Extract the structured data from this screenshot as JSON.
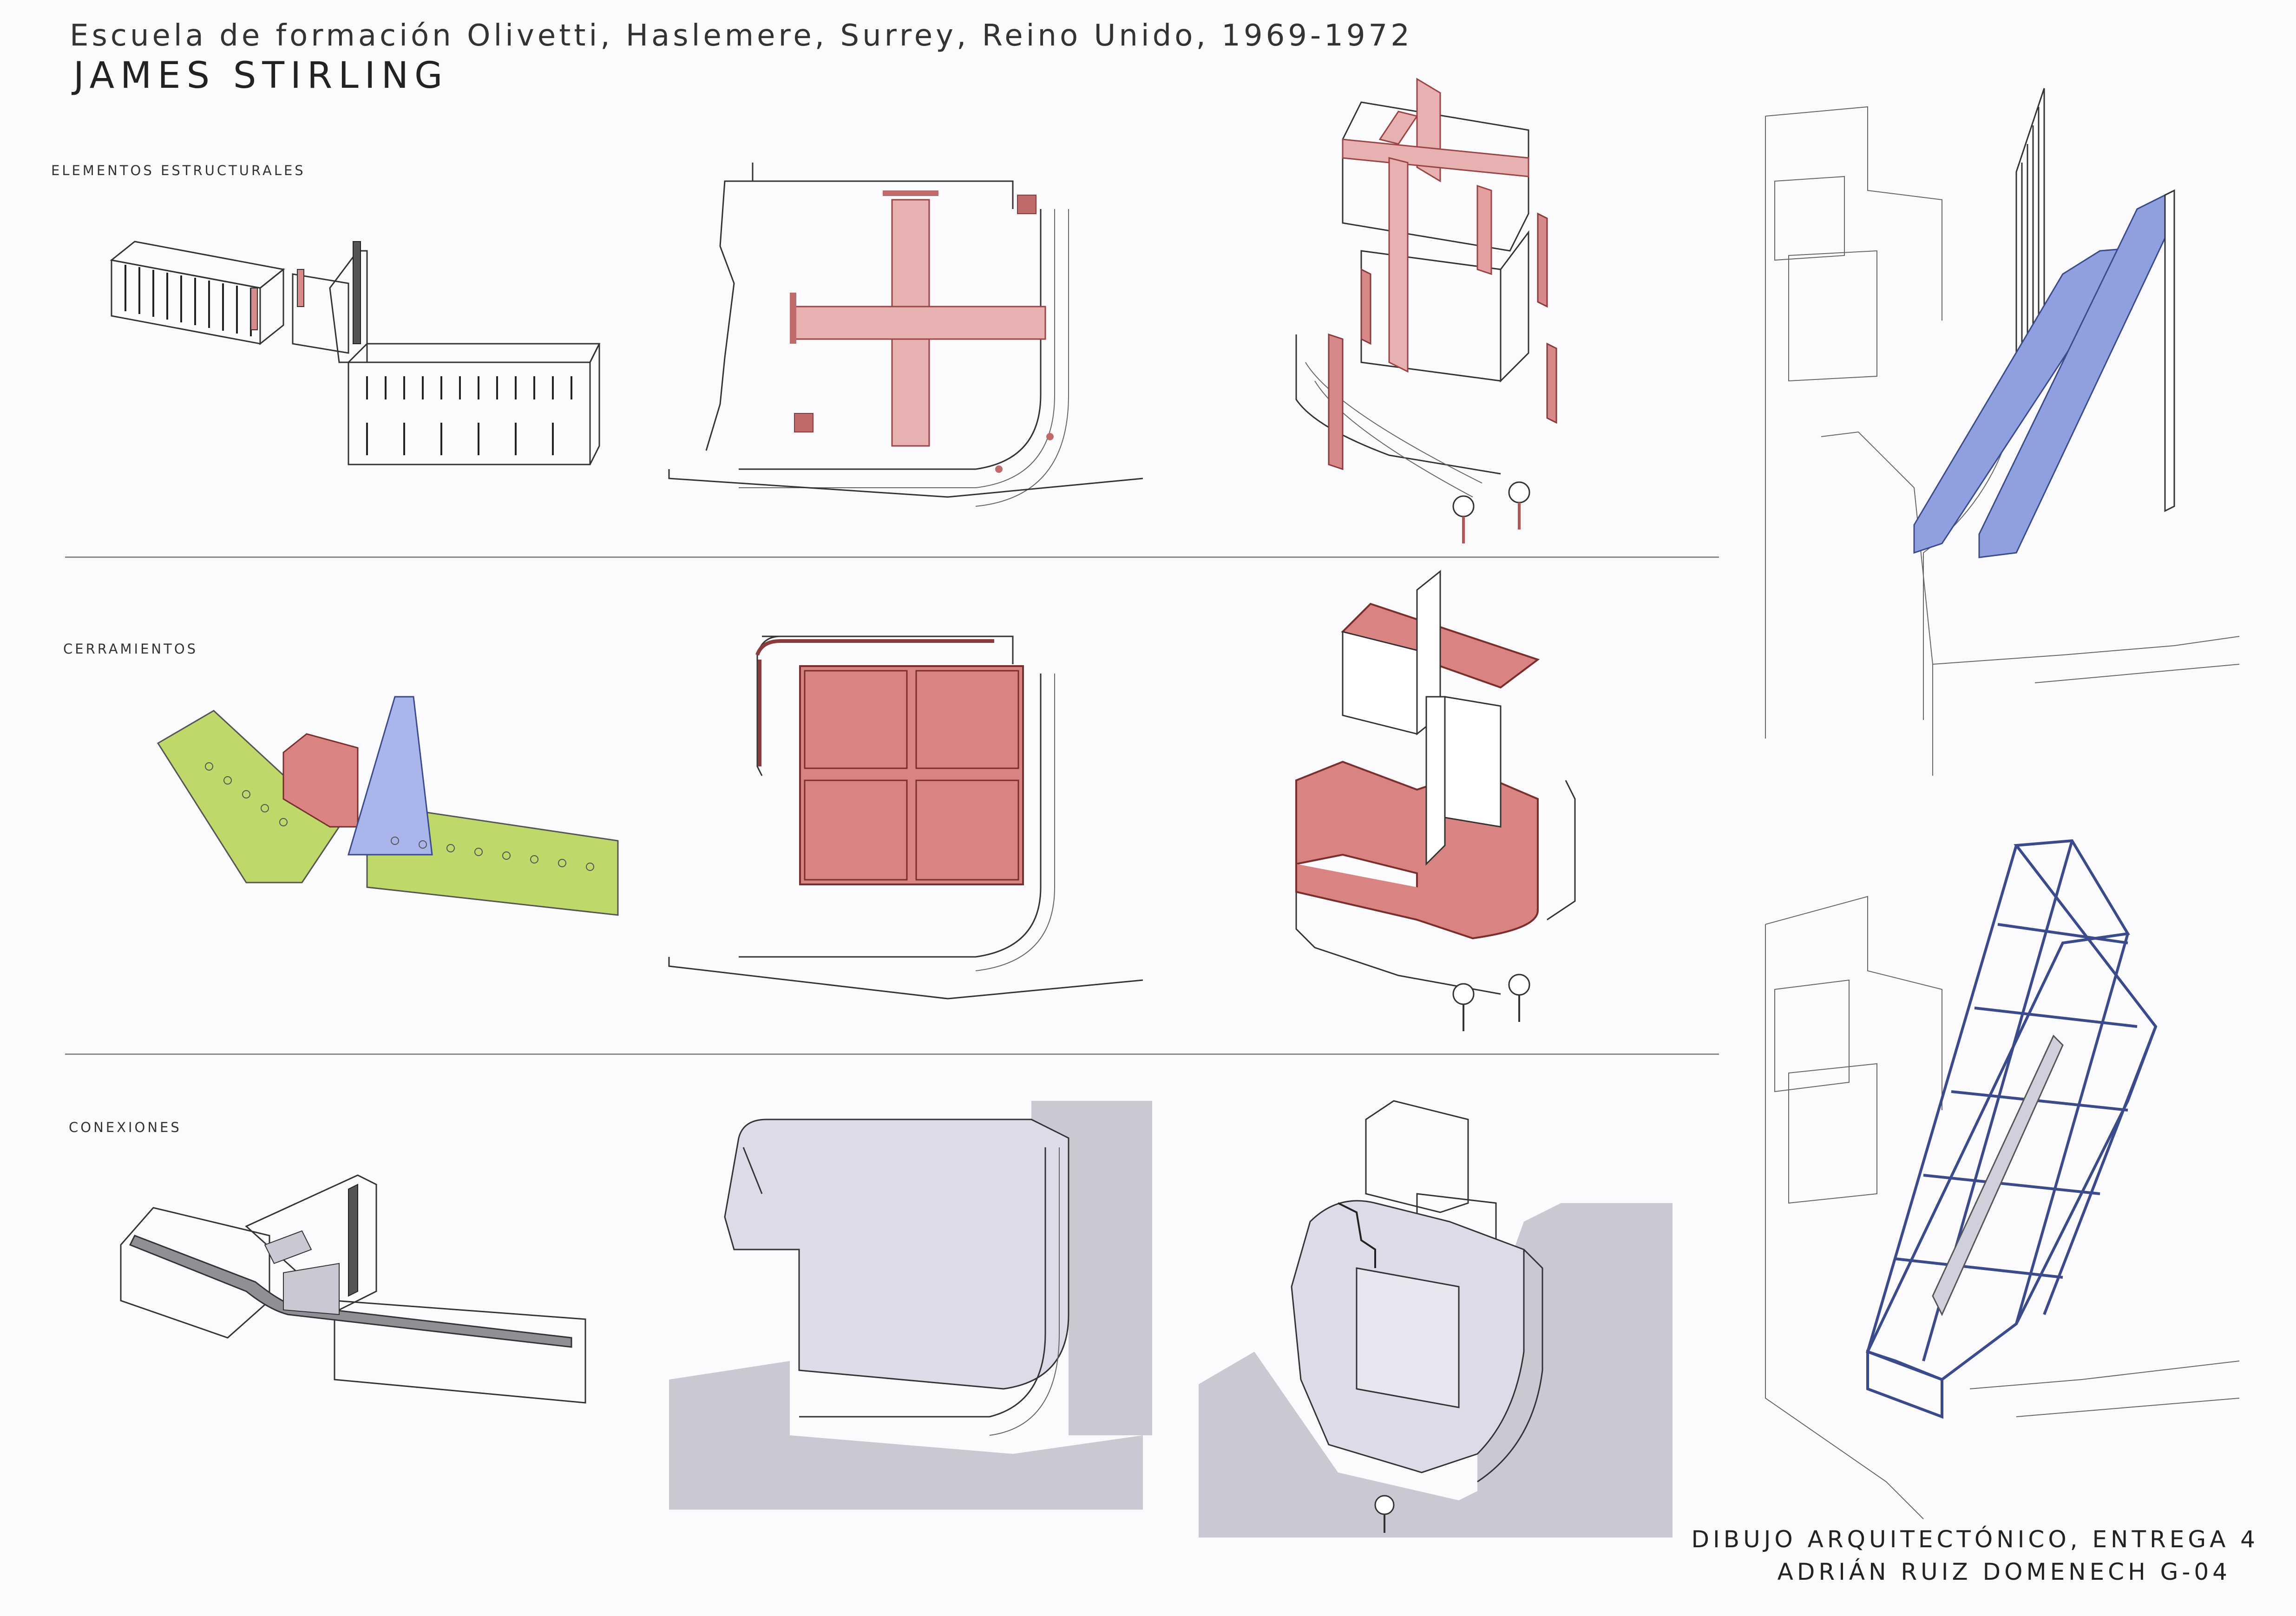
{
  "header": {
    "title": "Escuela de formación Olivetti, Haslemere, Surrey, Reino Unido, 1969-1972",
    "author": "JAMES STIRLING"
  },
  "sections": {
    "structural": "ELEMENTOS ESTRUCTURALES",
    "enclosures": "CERRAMIENTOS",
    "connections": "CONEXIONES"
  },
  "footer": {
    "line1": "DIBUJO ARQUITECTÓNICO, ENTREGA 4",
    "line2": "ADRIÁN RUIZ DOMENECH G-04"
  },
  "colors": {
    "structure_red": "#d88a8a",
    "enclosure_red": "#d98482",
    "wing_green": "#bfd86a",
    "glass_blue": "#8f9fe0",
    "connection_grey": "#c9c9d3",
    "frame_navy": "#3a4a8a"
  }
}
